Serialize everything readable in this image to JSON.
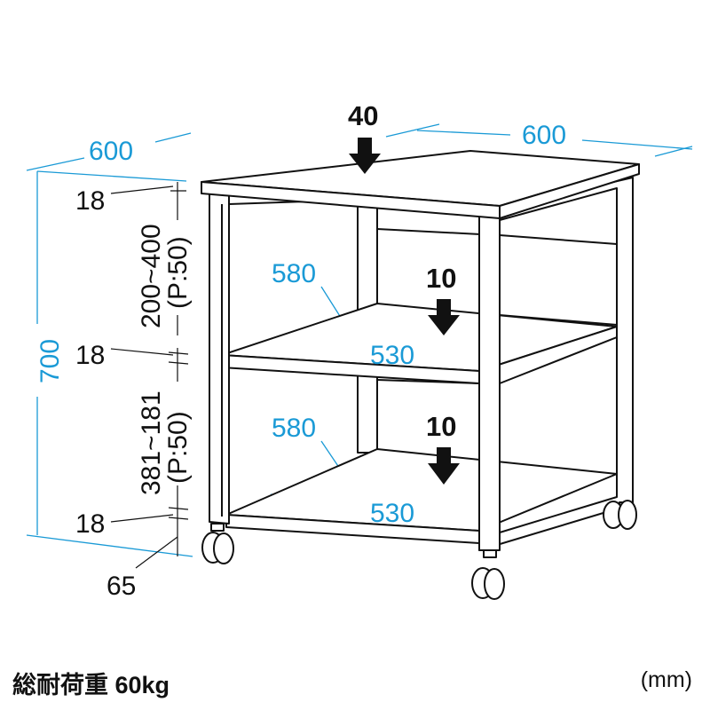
{
  "diagram": {
    "title": "Printer stand dimension drawing",
    "colors": {
      "dimension": "#1a9ad6",
      "outline": "#111111"
    },
    "dimensions": {
      "width_left": "600",
      "depth_right": "600",
      "height_total": "700",
      "top_board": "18",
      "middle_board": "18",
      "bottom_board": "18",
      "upper_gap": "200~400",
      "upper_gap_pitch": "(P:50)",
      "lower_gap": "381~181",
      "lower_gap_pitch": "(P:50)",
      "caster_height": "65"
    },
    "shelves": [
      {
        "name": "top",
        "load": "40"
      },
      {
        "name": "middle",
        "load": "10",
        "depth": "580",
        "width": "530"
      },
      {
        "name": "bottom",
        "load": "10",
        "depth": "580",
        "width": "530"
      }
    ]
  },
  "footer": {
    "total_load": "総耐荷重 60kg",
    "unit": "(mm)"
  }
}
